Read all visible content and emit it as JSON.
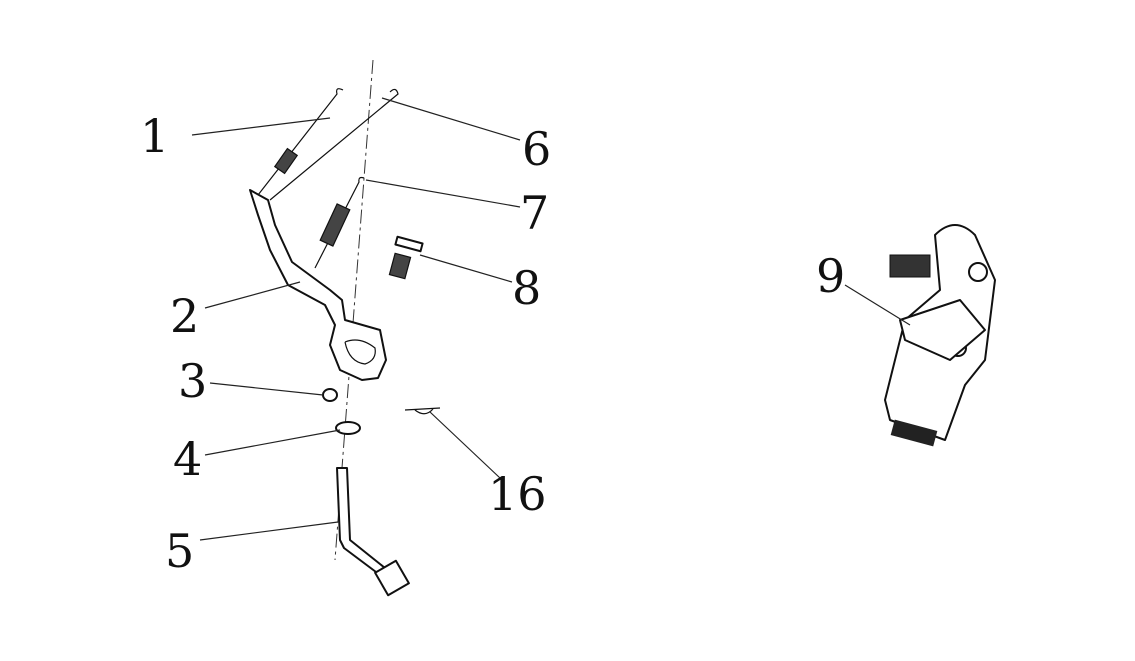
{
  "diagram": {
    "callouts": [
      {
        "id": "c1",
        "label": "1"
      },
      {
        "id": "c2",
        "label": "2"
      },
      {
        "id": "c3",
        "label": "3"
      },
      {
        "id": "c4",
        "label": "4"
      },
      {
        "id": "c5",
        "label": "5"
      },
      {
        "id": "c6",
        "label": "6"
      },
      {
        "id": "c7",
        "label": "7"
      },
      {
        "id": "c8",
        "label": "8"
      },
      {
        "id": "c9",
        "label": "9"
      },
      {
        "id": "c16",
        "label": "16"
      }
    ]
  }
}
